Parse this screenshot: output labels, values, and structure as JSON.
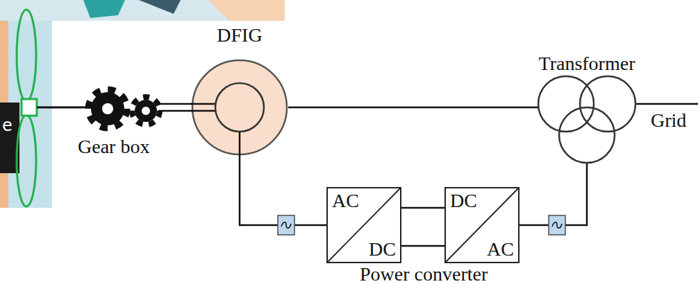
{
  "diagram": {
    "nodes": [
      {
        "text": [
          "DFIG"
        ]
      },
      {
        "text": [
          "Transformer"
        ]
      },
      {
        "text": [
          "AC",
          "DC"
        ]
      },
      {
        "text": [
          "DC",
          "AC"
        ]
      }
    ],
    "edges": [
      {
        "from": 0,
        "to": 1,
        "arrow": "none"
      },
      {
        "from": 0,
        "to": 2,
        "arrow": "none"
      },
      {
        "from": 2,
        "to": 3,
        "arrow": "none"
      },
      {
        "from": 3,
        "to": 1,
        "arrow": "none"
      }
    ],
    "labels": [
      "Gear box",
      "Grid",
      "Power converter",
      "e"
    ]
  }
}
